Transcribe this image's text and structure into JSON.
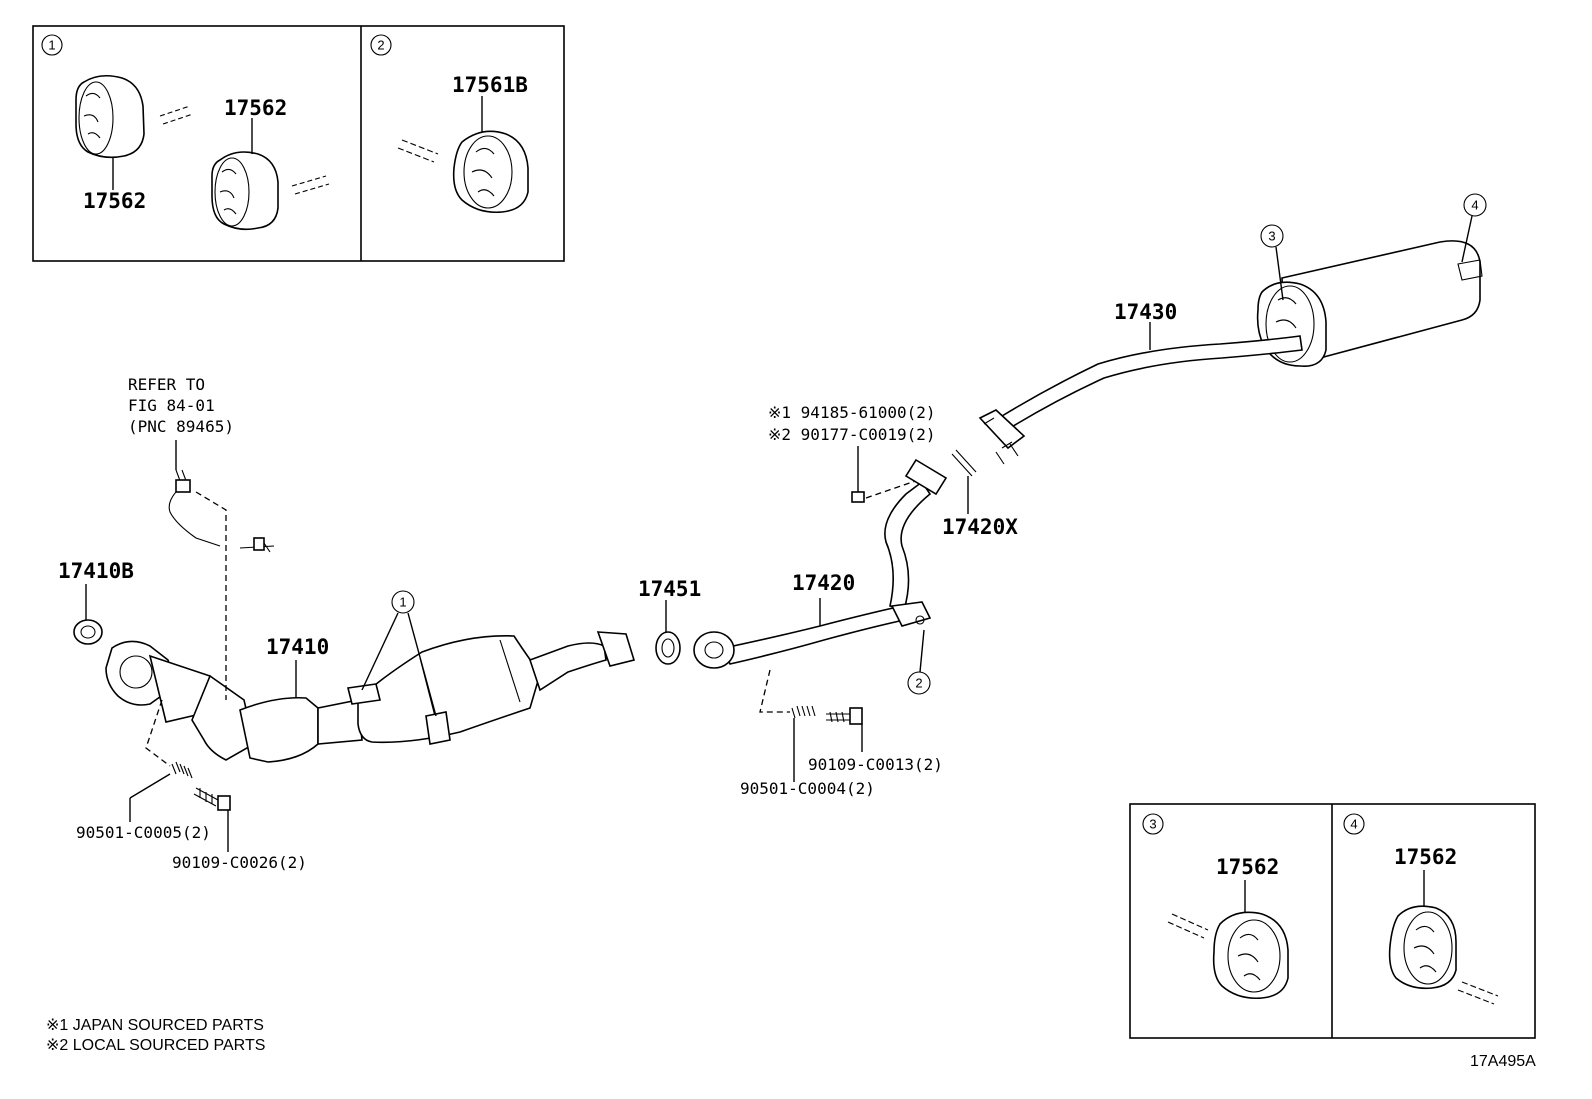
{
  "labels": {
    "p17562_a": "17562",
    "p17562_b": "17562",
    "p17561B": "17561B",
    "p17430": "17430",
    "p17420X": "17420X",
    "p17420": "17420",
    "p17451": "17451",
    "p17410": "17410",
    "p17410B": "17410B",
    "p17562_c": "17562",
    "p17562_d": "17562",
    "bolt_90109_C0013": "90109-C0013(2)",
    "spring_90501_C0004": "90501-C0004(2)",
    "spring_90501_C0005": "90501-C0005(2)",
    "bolt_90109_C0026": "90109-C0026(2)",
    "gasket_note_1": "※1 94185-61000(2)",
    "gasket_note_2": "※2 90177-C0019(2)",
    "refer_line1": "REFER TO",
    "refer_line2": "FIG 84-01",
    "refer_line3": "(PNC 89465)",
    "legend_1": "※1  JAPAN SOURCED PARTS",
    "legend_2": "※2  LOCAL SOURCED PARTS",
    "figure_code": "17A495A"
  },
  "callouts": {
    "c1": "1",
    "c2": "2",
    "c3": "3",
    "c4": "4"
  }
}
